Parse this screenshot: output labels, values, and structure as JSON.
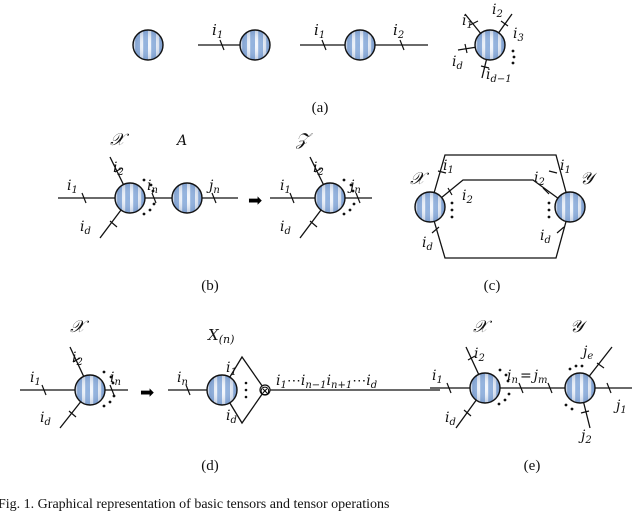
{
  "panels": {
    "a": {
      "caption": "(a)",
      "order1": {
        "i1": "i",
        "i1_sub": "1"
      },
      "order2": {
        "i1": "i",
        "i1_sub": "1",
        "i2": "i",
        "i2_sub": "2"
      },
      "orderd": {
        "i1": "i",
        "i1_sub": "1",
        "i2": "i",
        "i2_sub": "2",
        "i3": "i",
        "i3_sub": "3",
        "id": "i",
        "id_sub": "d",
        "idm1": "i",
        "idm1_sub": "d−1"
      }
    },
    "b": {
      "caption": "(b)",
      "X": "𝒳",
      "A": "A",
      "Z": "𝒵",
      "i1": "i",
      "i1_sub": "1",
      "i2": "i",
      "i2_sub": "2",
      "id": "i",
      "id_sub": "d",
      "in": "i",
      "in_sub": "n",
      "jn": "j",
      "jn_sub": "n",
      "arrow": "➡"
    },
    "c": {
      "caption": "(c)",
      "X": "𝒳",
      "Y": "𝒴",
      "i1": "i",
      "i1_sub": "1",
      "i2": "i",
      "i2_sub": "2",
      "id": "i",
      "id_sub": "d"
    },
    "d": {
      "caption": "(d)",
      "X": "𝒳",
      "Xn": "X",
      "Xn_sub": "(n)",
      "i1": "i",
      "i1_sub": "1",
      "i2": "i",
      "i2_sub": "2",
      "id": "i",
      "id_sub": "d",
      "in": "i",
      "in_sub": "n",
      "row_i1": "i",
      "row_i1_sub": "1",
      "row_dots": "⋯",
      "row_inm1": "i",
      "row_inm1_sub": "n−1",
      "row_inp1": "i",
      "row_inp1_sub": "n+1",
      "row_dots2": "⋯",
      "row_id": "i",
      "row_id_sub": "d",
      "arrow": "➡",
      "kron": "⊗"
    },
    "e": {
      "caption": "(e)",
      "X": "𝒳",
      "Y": "𝒴",
      "i1": "i",
      "i1_sub": "1",
      "i2": "i",
      "i2_sub": "2",
      "id": "i",
      "id_sub": "d",
      "in": "i",
      "in_sub": "n",
      "eq": "=",
      "jm": "j",
      "jm_sub": "m",
      "je": "j",
      "je_sub": "e",
      "j1": "j",
      "j1_sub": "1",
      "j2": "j",
      "j2_sub": "2"
    }
  },
  "footer_text": "Fig. 1.   Graphical representation of basic tensors and tensor operations"
}
